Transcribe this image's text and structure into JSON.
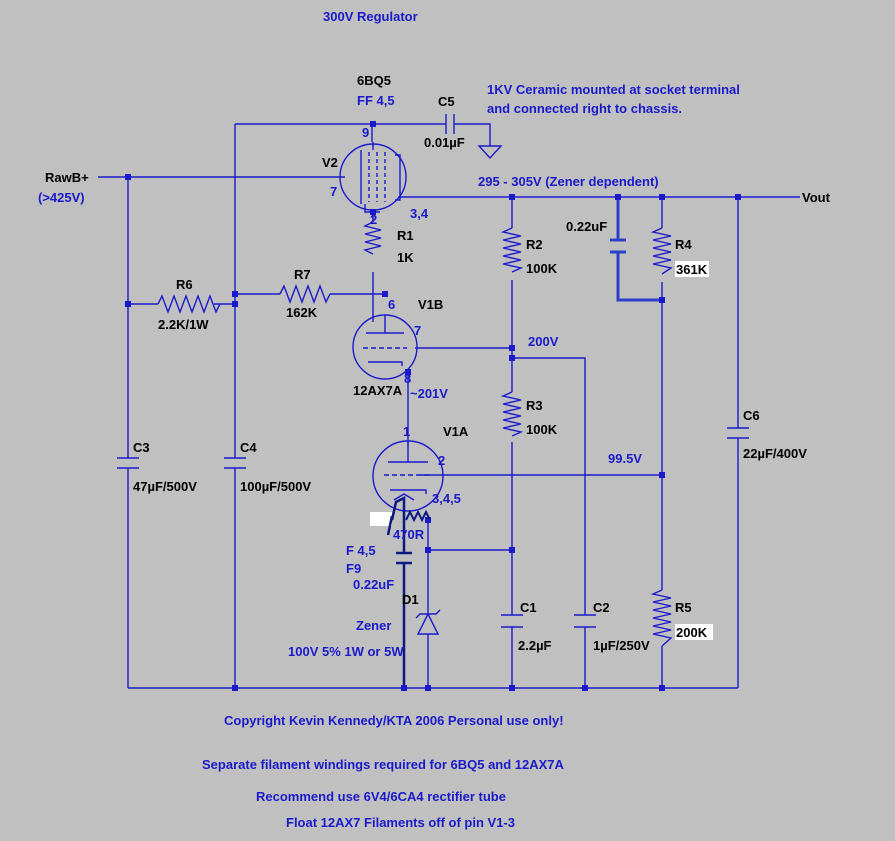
{
  "title": "300V Regulator",
  "tubes": {
    "v2": {
      "type": "6BQ5",
      "filament": "FF 4,5",
      "ref": "V2",
      "pin_plate": "9",
      "pin_grid": "7",
      "pin_cathode": "2",
      "pin_screen": "3,4"
    },
    "v1b": {
      "ref": "V1B",
      "type": "12AX7A",
      "pin_plate": "6",
      "pin_grid": "7",
      "pin_cathode": "8"
    },
    "v1a": {
      "ref": "V1A",
      "pin_plate": "1",
      "pin_grid": "2",
      "pin_heater": "3,4,5"
    }
  },
  "labels": {
    "rawb": "RawB+",
    "rawb_voltage": "(>425V)",
    "c5_note_line1": "1KV Ceramic mounted at socket terminal",
    "c5_note_line2": "and connected right to chassis.",
    "vout_range": "295 - 305V (Zener dependent)",
    "vout": "Vout",
    "v_200": "200V",
    "v_201": "~201V",
    "v_99_5": "99.5V",
    "f45": "F 4,5",
    "f9": "F9",
    "zener": "Zener",
    "zener_spec": "100V 5% 1W or 5W"
  },
  "components": {
    "c5": {
      "ref": "C5",
      "value": "0.01µF"
    },
    "r1": {
      "ref": "R1",
      "value": "1K"
    },
    "r2": {
      "ref": "R2",
      "value": "100K"
    },
    "r3": {
      "ref": "R3",
      "value": "100K"
    },
    "r4": {
      "ref": "R4",
      "value": "361K"
    },
    "r5": {
      "ref": "R5",
      "value": "200K"
    },
    "r6": {
      "ref": "R6",
      "value": "2.2K/1W"
    },
    "r7": {
      "ref": "R7",
      "value": "162K"
    },
    "c_speedup": {
      "value": "0.22uF"
    },
    "c3": {
      "ref": "C3",
      "value": "47µF/500V"
    },
    "c4": {
      "ref": "C4",
      "value": "100µF/500V"
    },
    "c1": {
      "ref": "C1",
      "value": "2.2µF"
    },
    "c2": {
      "ref": "C2",
      "value": "1µF/250V"
    },
    "c6": {
      "ref": "C6",
      "value": "22µF/400V"
    },
    "r_470": {
      "value": "470R"
    },
    "c_fil": {
      "value": "0.22uF"
    },
    "d1": {
      "ref": "D1"
    }
  },
  "notes": [
    "Copyright Kevin Kennedy/KTA 2006 Personal use only!",
    "Separate filament windings required for 6BQ5 and 12AX7A",
    "Recommend use 6V4/6CA4 rectifier tube",
    "Float 12AX7 Filaments off of pin V1-3"
  ]
}
